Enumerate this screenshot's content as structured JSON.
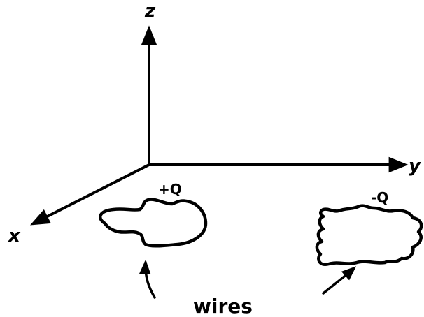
{
  "axes": {
    "x_label": "x",
    "y_label": "y",
    "z_label": "z"
  },
  "charges": {
    "positive_label": "+Q",
    "negative_label": "-Q"
  },
  "caption": "wires",
  "colors": {
    "ink": "#000000",
    "background": "#ffffff"
  }
}
